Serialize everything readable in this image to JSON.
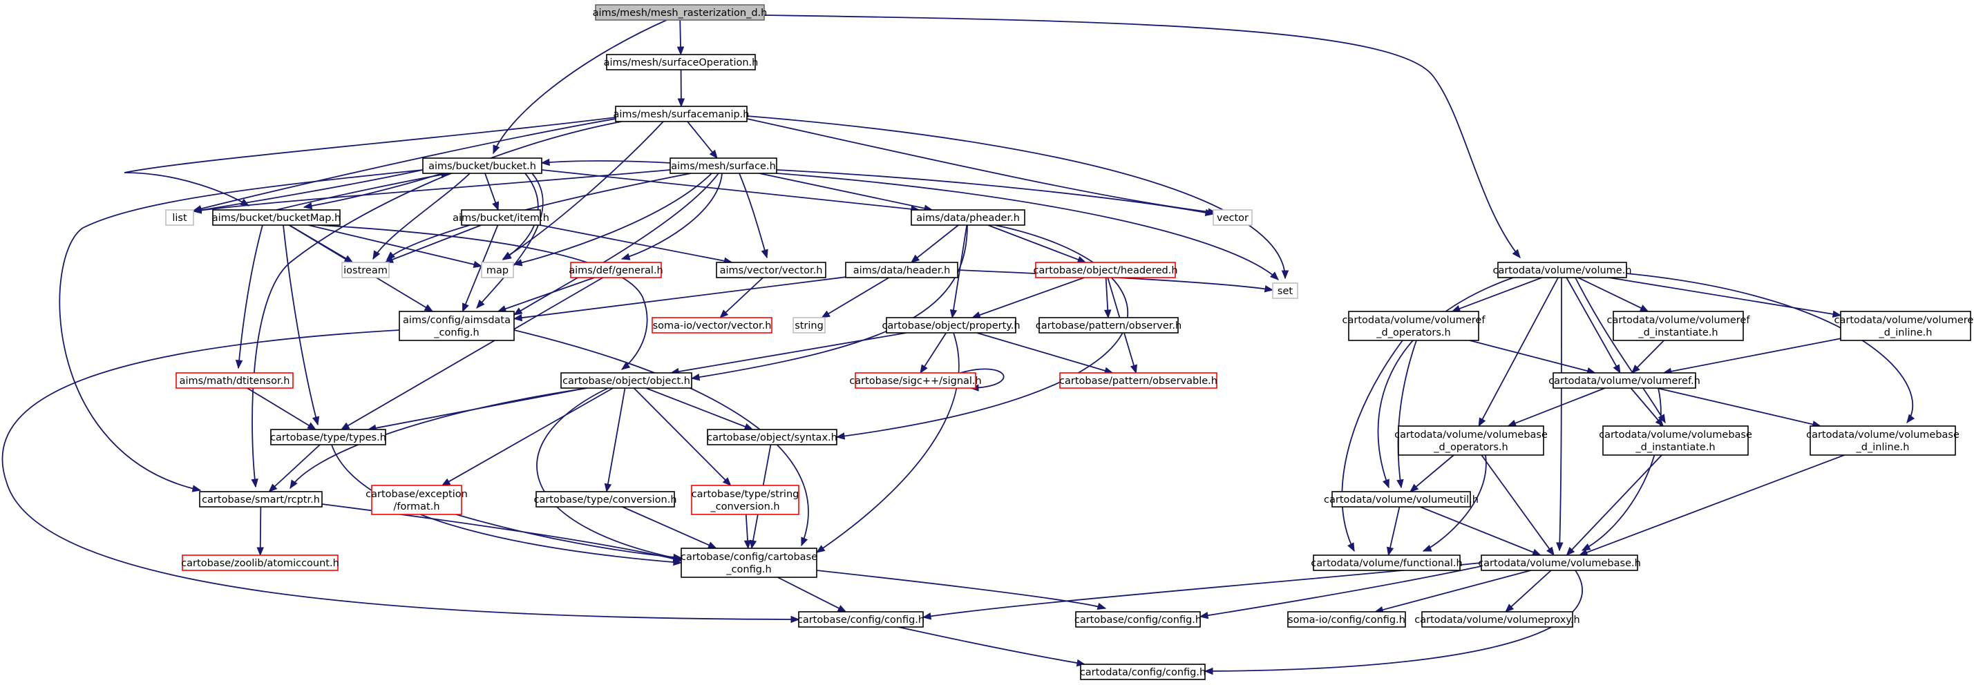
{
  "colors": {
    "edge": "#191970",
    "node_border": "#000000",
    "missing_border": "#ff0000",
    "system_border": "#bfbfbf",
    "root_fill": "#bfbfbf"
  },
  "graph": {
    "nodes": {
      "n_root": {
        "lines": [
          "aims/mesh/mesh_rasterization_d.h"
        ],
        "kind": "root"
      },
      "n_surfop": {
        "lines": [
          "aims/mesh/surfaceOperation.h"
        ]
      },
      "n_surfmanip": {
        "lines": [
          "aims/mesh/surfacemanip.h"
        ]
      },
      "n_bucket": {
        "lines": [
          "aims/bucket/bucket.h"
        ]
      },
      "n_surface": {
        "lines": [
          "aims/mesh/surface.h"
        ]
      },
      "n_list": {
        "lines": [
          "list"
        ],
        "kind": "gray"
      },
      "n_bucketmap": {
        "lines": [
          "aims/bucket/bucketMap.h"
        ]
      },
      "n_item": {
        "lines": [
          "aims/bucket/item.h"
        ]
      },
      "n_pheader": {
        "lines": [
          "aims/data/pheader.h"
        ]
      },
      "n_vector": {
        "lines": [
          "vector"
        ],
        "kind": "gray"
      },
      "n_iostream": {
        "lines": [
          "iostream"
        ],
        "kind": "gray"
      },
      "n_map": {
        "lines": [
          "map"
        ],
        "kind": "gray"
      },
      "n_general": {
        "lines": [
          "aims/def/general.h"
        ],
        "kind": "red"
      },
      "n_vecvec": {
        "lines": [
          "aims/vector/vector.h"
        ]
      },
      "n_header": {
        "lines": [
          "aims/data/header.h"
        ]
      },
      "n_headered": {
        "lines": [
          "cartobase/object/headered.h"
        ],
        "kind": "red"
      },
      "n_set": {
        "lines": [
          "set"
        ],
        "kind": "gray"
      },
      "n_aimsdata": {
        "lines": [
          "aims/config/aimsdata",
          "_config.h"
        ]
      },
      "n_somavec": {
        "lines": [
          "soma-io/vector/vector.h"
        ],
        "kind": "red"
      },
      "n_string": {
        "lines": [
          "string"
        ],
        "kind": "gray"
      },
      "n_property": {
        "lines": [
          "cartobase/object/property.h"
        ]
      },
      "n_observer": {
        "lines": [
          "cartobase/pattern/observer.h"
        ]
      },
      "n_dtitensor": {
        "lines": [
          "aims/math/dtitensor.h"
        ],
        "kind": "red"
      },
      "n_object": {
        "lines": [
          "cartobase/object/object.h"
        ]
      },
      "n_signal": {
        "lines": [
          "cartobase/sigc++/signal.h"
        ],
        "kind": "red"
      },
      "n_observable": {
        "lines": [
          "cartobase/pattern/observable.h"
        ],
        "kind": "red"
      },
      "n_types": {
        "lines": [
          "cartobase/type/types.h"
        ]
      },
      "n_syntax": {
        "lines": [
          "cartobase/object/syntax.h"
        ]
      },
      "n_rcptr": {
        "lines": [
          "cartobase/smart/rcptr.h"
        ]
      },
      "n_format": {
        "lines": [
          "cartobase/exception",
          "/format.h"
        ],
        "kind": "red"
      },
      "n_conversion": {
        "lines": [
          "cartobase/type/conversion.h"
        ]
      },
      "n_strconv": {
        "lines": [
          "cartobase/type/string",
          "_conversion.h"
        ],
        "kind": "red"
      },
      "n_cbconfig": {
        "lines": [
          "cartobase/config/cartobase",
          "_config.h"
        ]
      },
      "n_atomic": {
        "lines": [
          "cartobase/zoolib/atomiccount.h"
        ],
        "kind": "red"
      },
      "n_config1": {
        "lines": [
          "cartobase/config/config.h"
        ]
      },
      "n_config2": {
        "lines": [
          "cartobase/config/config.h"
        ]
      },
      "n_cdconfig": {
        "lines": [
          "cartodata/config/config.h"
        ]
      },
      "n_volume": {
        "lines": [
          "cartodata/volume/volume.h"
        ]
      },
      "n_vrefops": {
        "lines": [
          "cartodata/volume/volumeref",
          "_d_operators.h"
        ]
      },
      "n_vrefinst": {
        "lines": [
          "cartodata/volume/volumeref",
          "_d_instantiate.h"
        ]
      },
      "n_vrefinl": {
        "lines": [
          "cartodata/volume/volumeref",
          "_d_inline.h"
        ]
      },
      "n_vref": {
        "lines": [
          "cartodata/volume/volumeref.h"
        ]
      },
      "n_vbops": {
        "lines": [
          "cartodata/volume/volumebase",
          "_d_operators.h"
        ]
      },
      "n_vbinst": {
        "lines": [
          "cartodata/volume/volumebase",
          "_d_instantiate.h"
        ]
      },
      "n_vbinl": {
        "lines": [
          "cartodata/volume/volumebase",
          "_d_inline.h"
        ]
      },
      "n_vutil": {
        "lines": [
          "cartodata/volume/volumeutil.h"
        ]
      },
      "n_functional": {
        "lines": [
          "cartodata/volume/functional.h"
        ]
      },
      "n_vbase": {
        "lines": [
          "cartodata/volume/volumebase.h"
        ]
      },
      "n_somaconfig": {
        "lines": [
          "soma-io/config/config.h"
        ]
      },
      "n_vproxy": {
        "lines": [
          "cartodata/volume/volumeproxy.h"
        ]
      }
    },
    "edges": [
      [
        "n_root",
        "n_surfop"
      ],
      [
        "n_root",
        "n_bucket"
      ],
      [
        "n_root",
        "n_volume"
      ],
      [
        "n_surfop",
        "n_surfmanip"
      ],
      [
        "n_surfmanip",
        "n_surface"
      ],
      [
        "n_surfmanip",
        "n_list"
      ],
      [
        "n_surfmanip",
        "n_map"
      ],
      [
        "n_surfmanip",
        "n_vector"
      ],
      [
        "n_surfmanip",
        "n_set"
      ],
      [
        "n_surfmanip",
        "n_rcptr"
      ],
      [
        "n_surfmanip",
        "n_bucketmap"
      ],
      [
        "n_bucket",
        "n_list"
      ],
      [
        "n_bucket",
        "n_bucketmap"
      ],
      [
        "n_bucket",
        "n_item"
      ],
      [
        "n_bucket",
        "n_iostream"
      ],
      [
        "n_bucket",
        "n_map"
      ],
      [
        "n_bucket",
        "n_aimsdata"
      ],
      [
        "n_bucket",
        "n_pheader"
      ],
      [
        "n_bucket",
        "n_rcptr"
      ],
      [
        "n_surface",
        "n_list"
      ],
      [
        "n_surface",
        "n_iostream"
      ],
      [
        "n_surface",
        "n_map"
      ],
      [
        "n_surface",
        "n_vector"
      ],
      [
        "n_surface",
        "n_set"
      ],
      [
        "n_surface",
        "n_general"
      ],
      [
        "n_surface",
        "n_vecvec"
      ],
      [
        "n_surface",
        "n_pheader"
      ],
      [
        "n_surface",
        "n_aimsdata"
      ],
      [
        "n_surface",
        "n_bucket"
      ],
      [
        "n_bucketmap",
        "n_bucket"
      ],
      [
        "n_bucketmap",
        "n_iostream"
      ],
      [
        "n_bucketmap",
        "n_map"
      ],
      [
        "n_bucketmap",
        "n_aimsdata"
      ],
      [
        "n_bucketmap",
        "n_dtitensor"
      ],
      [
        "n_bucketmap",
        "n_types"
      ],
      [
        "n_bucketmap",
        "n_object"
      ],
      [
        "n_item",
        "n_iostream"
      ],
      [
        "n_item",
        "n_vecvec"
      ],
      [
        "n_item",
        "n_aimsdata"
      ],
      [
        "n_pheader",
        "n_header"
      ],
      [
        "n_pheader",
        "n_headered"
      ],
      [
        "n_pheader",
        "n_property"
      ],
      [
        "n_pheader",
        "n_object"
      ],
      [
        "n_pheader",
        "n_syntax"
      ],
      [
        "n_general",
        "n_aimsdata"
      ],
      [
        "n_general",
        "n_types"
      ],
      [
        "n_vecvec",
        "n_somavec"
      ],
      [
        "n_header",
        "n_aimsdata"
      ],
      [
        "n_header",
        "n_string"
      ],
      [
        "n_header",
        "n_set"
      ],
      [
        "n_headered",
        "n_property"
      ],
      [
        "n_headered",
        "n_observer"
      ],
      [
        "n_headered",
        "n_observable"
      ],
      [
        "n_aimsdata",
        "n_config1"
      ],
      [
        "n_aimsdata",
        "n_cbconfig"
      ],
      [
        "n_property",
        "n_object"
      ],
      [
        "n_property",
        "n_signal"
      ],
      [
        "n_property",
        "n_observable"
      ],
      [
        "n_property",
        "n_cbconfig"
      ],
      [
        "n_signal",
        "n_signal"
      ],
      [
        "n_dtitensor",
        "n_types"
      ],
      [
        "n_object",
        "n_types"
      ],
      [
        "n_object",
        "n_rcptr"
      ],
      [
        "n_object",
        "n_syntax"
      ],
      [
        "n_object",
        "n_format"
      ],
      [
        "n_object",
        "n_conversion"
      ],
      [
        "n_object",
        "n_strconv"
      ],
      [
        "n_object",
        "n_cbconfig"
      ],
      [
        "n_types",
        "n_rcptr"
      ],
      [
        "n_types",
        "n_cbconfig"
      ],
      [
        "n_syntax",
        "n_cbconfig"
      ],
      [
        "n_rcptr",
        "n_atomic"
      ],
      [
        "n_rcptr",
        "n_cbconfig"
      ],
      [
        "n_format",
        "n_cbconfig"
      ],
      [
        "n_conversion",
        "n_cbconfig"
      ],
      [
        "n_strconv",
        "n_cbconfig"
      ],
      [
        "n_cbconfig",
        "n_config1"
      ],
      [
        "n_cbconfig",
        "n_config2"
      ],
      [
        "n_config1",
        "n_cdconfig"
      ],
      [
        "n_volume",
        "n_vrefops"
      ],
      [
        "n_volume",
        "n_vrefinst"
      ],
      [
        "n_volume",
        "n_vrefinl"
      ],
      [
        "n_volume",
        "n_vref"
      ],
      [
        "n_volume",
        "n_vbops"
      ],
      [
        "n_volume",
        "n_vbinst"
      ],
      [
        "n_volume",
        "n_vbinl"
      ],
      [
        "n_volume",
        "n_vutil"
      ],
      [
        "n_volume",
        "n_vbase"
      ],
      [
        "n_vrefops",
        "n_vref"
      ],
      [
        "n_vrefops",
        "n_vutil"
      ],
      [
        "n_vrefops",
        "n_functional"
      ],
      [
        "n_vrefinst",
        "n_vref"
      ],
      [
        "n_vrefinl",
        "n_vref"
      ],
      [
        "n_vref",
        "n_vbops"
      ],
      [
        "n_vref",
        "n_vbinst"
      ],
      [
        "n_vref",
        "n_vbinl"
      ],
      [
        "n_vref",
        "n_vbase"
      ],
      [
        "n_vbops",
        "n_vutil"
      ],
      [
        "n_vbops",
        "n_functional"
      ],
      [
        "n_vbops",
        "n_vbase"
      ],
      [
        "n_vbinst",
        "n_vbase"
      ],
      [
        "n_vbinl",
        "n_vbase"
      ],
      [
        "n_vutil",
        "n_functional"
      ],
      [
        "n_vutil",
        "n_vbase"
      ],
      [
        "n_vbase",
        "n_config1"
      ],
      [
        "n_vbase",
        "n_config2"
      ],
      [
        "n_vbase",
        "n_somaconfig"
      ],
      [
        "n_vbase",
        "n_vproxy"
      ],
      [
        "n_vbase",
        "n_cdconfig"
      ]
    ]
  }
}
